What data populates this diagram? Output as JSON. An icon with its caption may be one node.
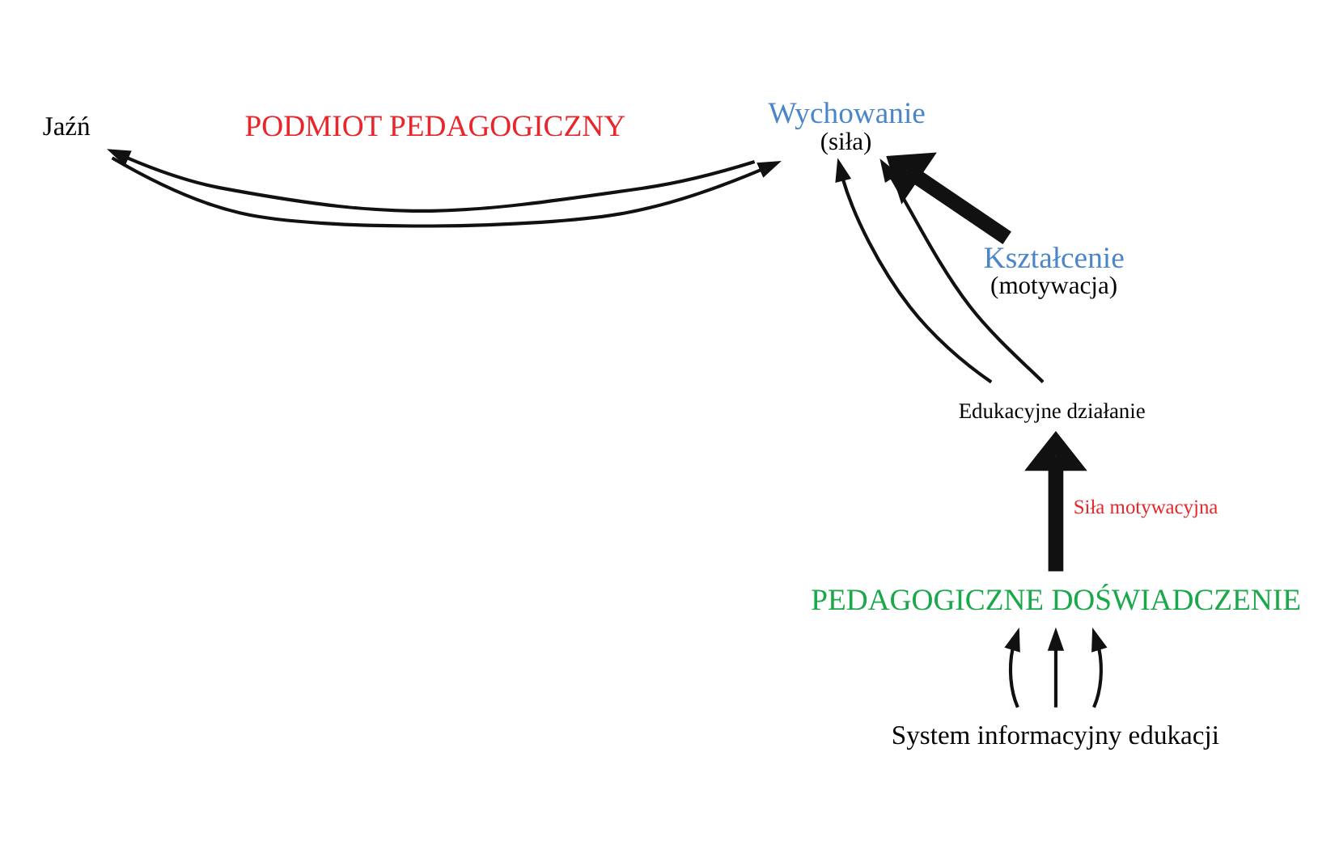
{
  "diagram": {
    "nodes": [
      {
        "text": [
          "Jaźń"
        ]
      },
      {
        "text": [
          "PODMIOT PEDAGOGICZNY"
        ]
      },
      {
        "text": [
          "Wychowanie",
          "(siła)"
        ]
      },
      {
        "text": [
          "Kształcenie",
          "(motywacja)"
        ]
      },
      {
        "text": [
          "Edukacyjne działanie"
        ]
      },
      {
        "text": [
          "PEDAGOGICZNE DOŚWIADCZENIE"
        ]
      },
      {
        "text": [
          "System informacyjny edukacji"
        ]
      }
    ],
    "edges": [
      {
        "from": 6,
        "to": 5,
        "arrow": "to"
      },
      {
        "from": 6,
        "to": 5,
        "arrow": "to"
      },
      {
        "from": 6,
        "to": 5,
        "arrow": "to"
      },
      {
        "from": 5,
        "to": 4,
        "arrow": "to",
        "label": "Siła motywacyjna",
        "style": "thick"
      },
      {
        "from": 4,
        "to": 2,
        "arrow": "to"
      },
      {
        "from": 4,
        "to": 2,
        "arrow": "to"
      },
      {
        "from": 3,
        "to": 2,
        "arrow": "to",
        "style": "thick"
      },
      {
        "from": 2,
        "to": 0,
        "arrow": "to"
      },
      {
        "from": 0,
        "to": 2,
        "arrow": "to"
      }
    ]
  }
}
